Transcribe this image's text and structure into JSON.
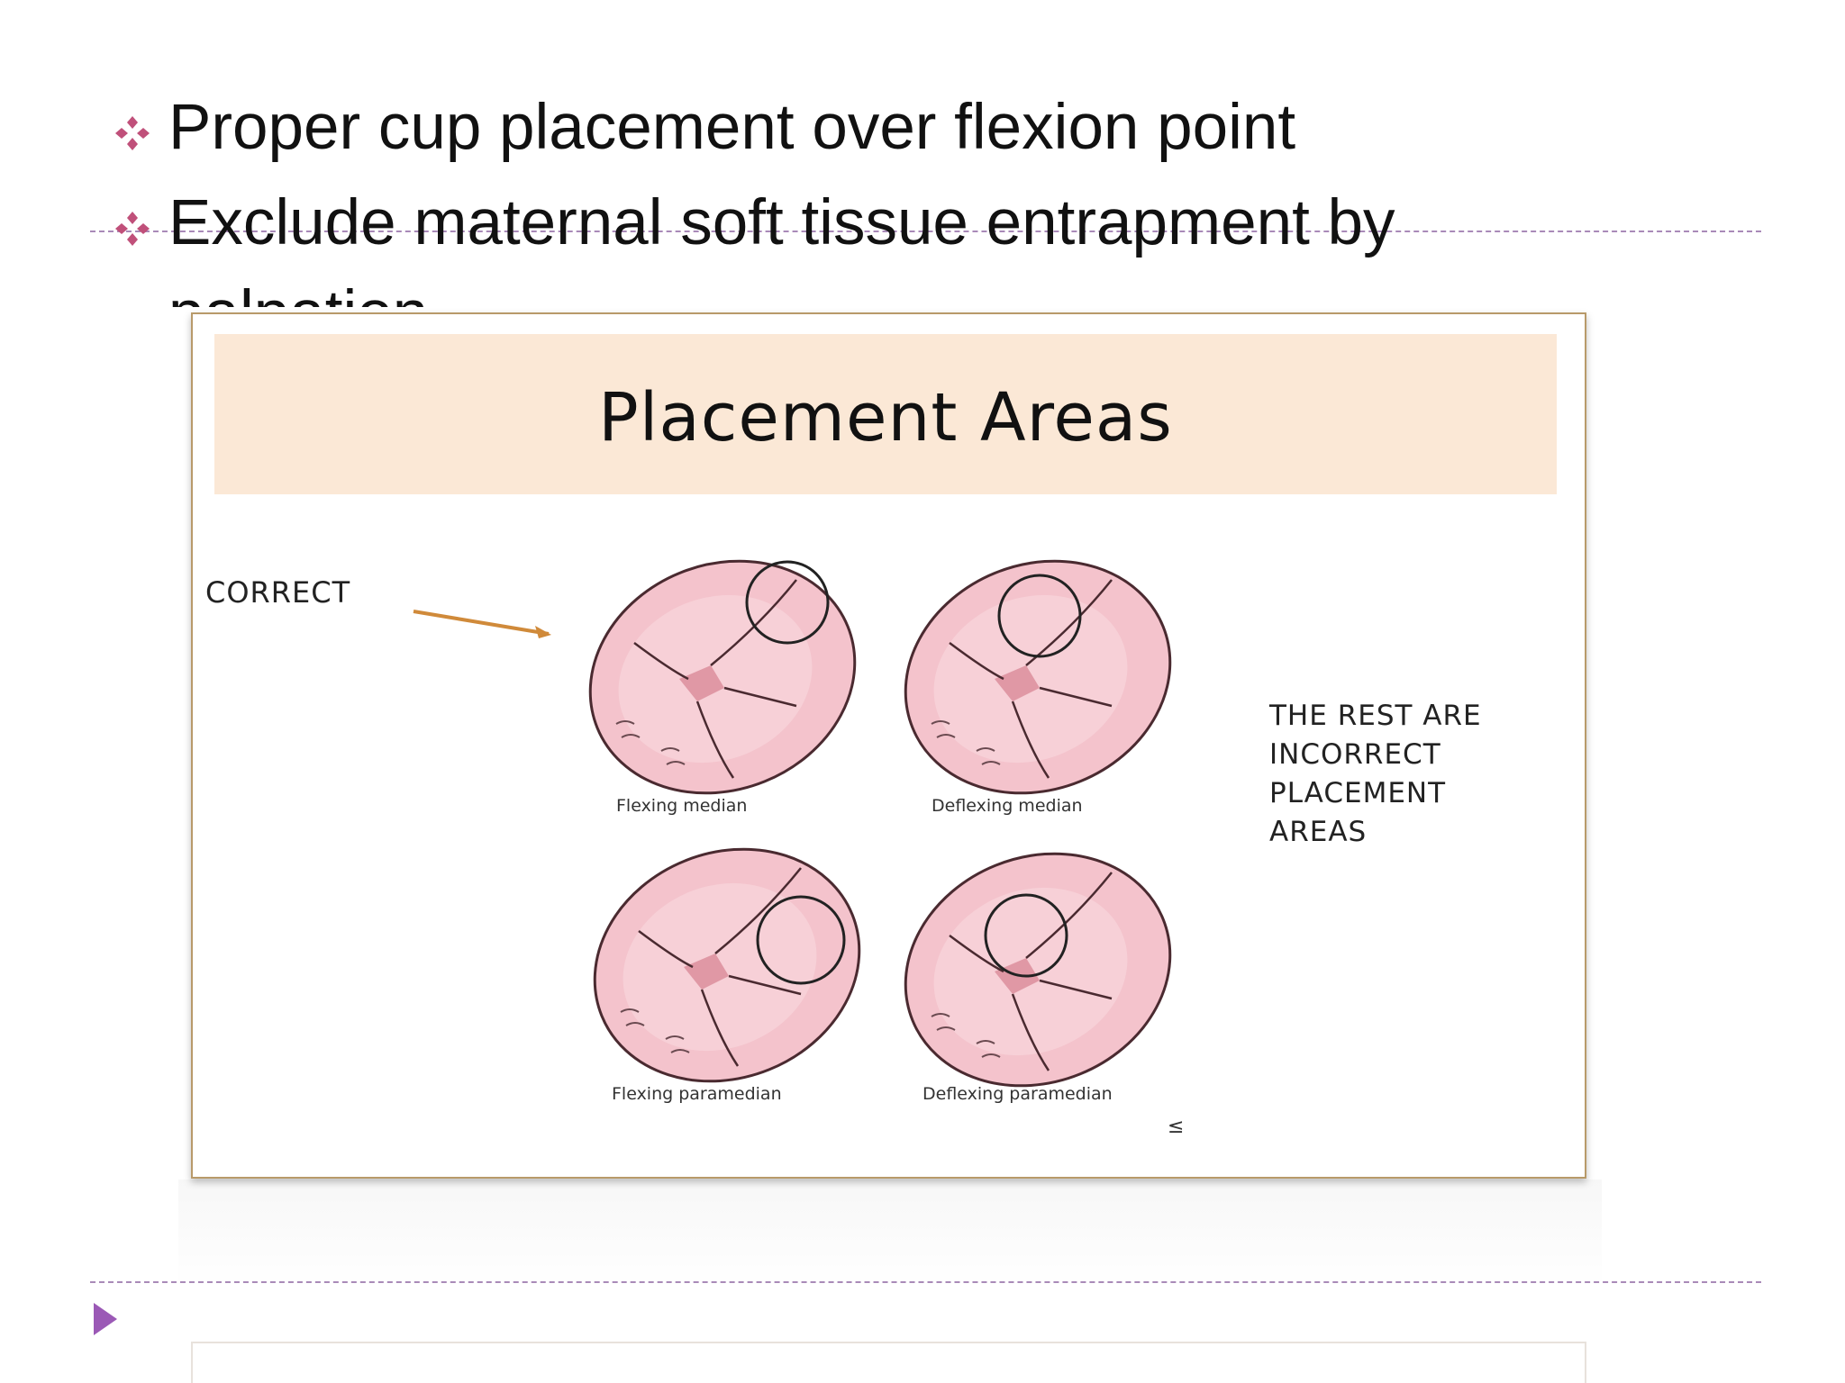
{
  "bullets": [
    {
      "text": "Proper cup placement over flexion point"
    },
    {
      "text": "Exclude maternal soft tissue entrapment by",
      "wrap": "palpation"
    }
  ],
  "embedded_image": {
    "title": "Placement Areas",
    "correct_label": "CORRECT",
    "incorrect_lines": [
      "THE REST ARE",
      "INCORRECT",
      "PLACEMENT",
      "AREAS"
    ],
    "captions": [
      "Flexing median",
      "Deflexing median",
      "Flexing paramedian",
      "Deflexing paramedian"
    ],
    "footnote": "≤"
  },
  "colors": {
    "bullet": "#c0507a",
    "accent": "#9b59b6",
    "arrow": "#d08a3a",
    "head_fill": "#f4c3cc",
    "title_band": "#fbe8d6"
  },
  "icons": {
    "bullet": "diamond-four-icon",
    "marker": "play-triangle-icon"
  }
}
